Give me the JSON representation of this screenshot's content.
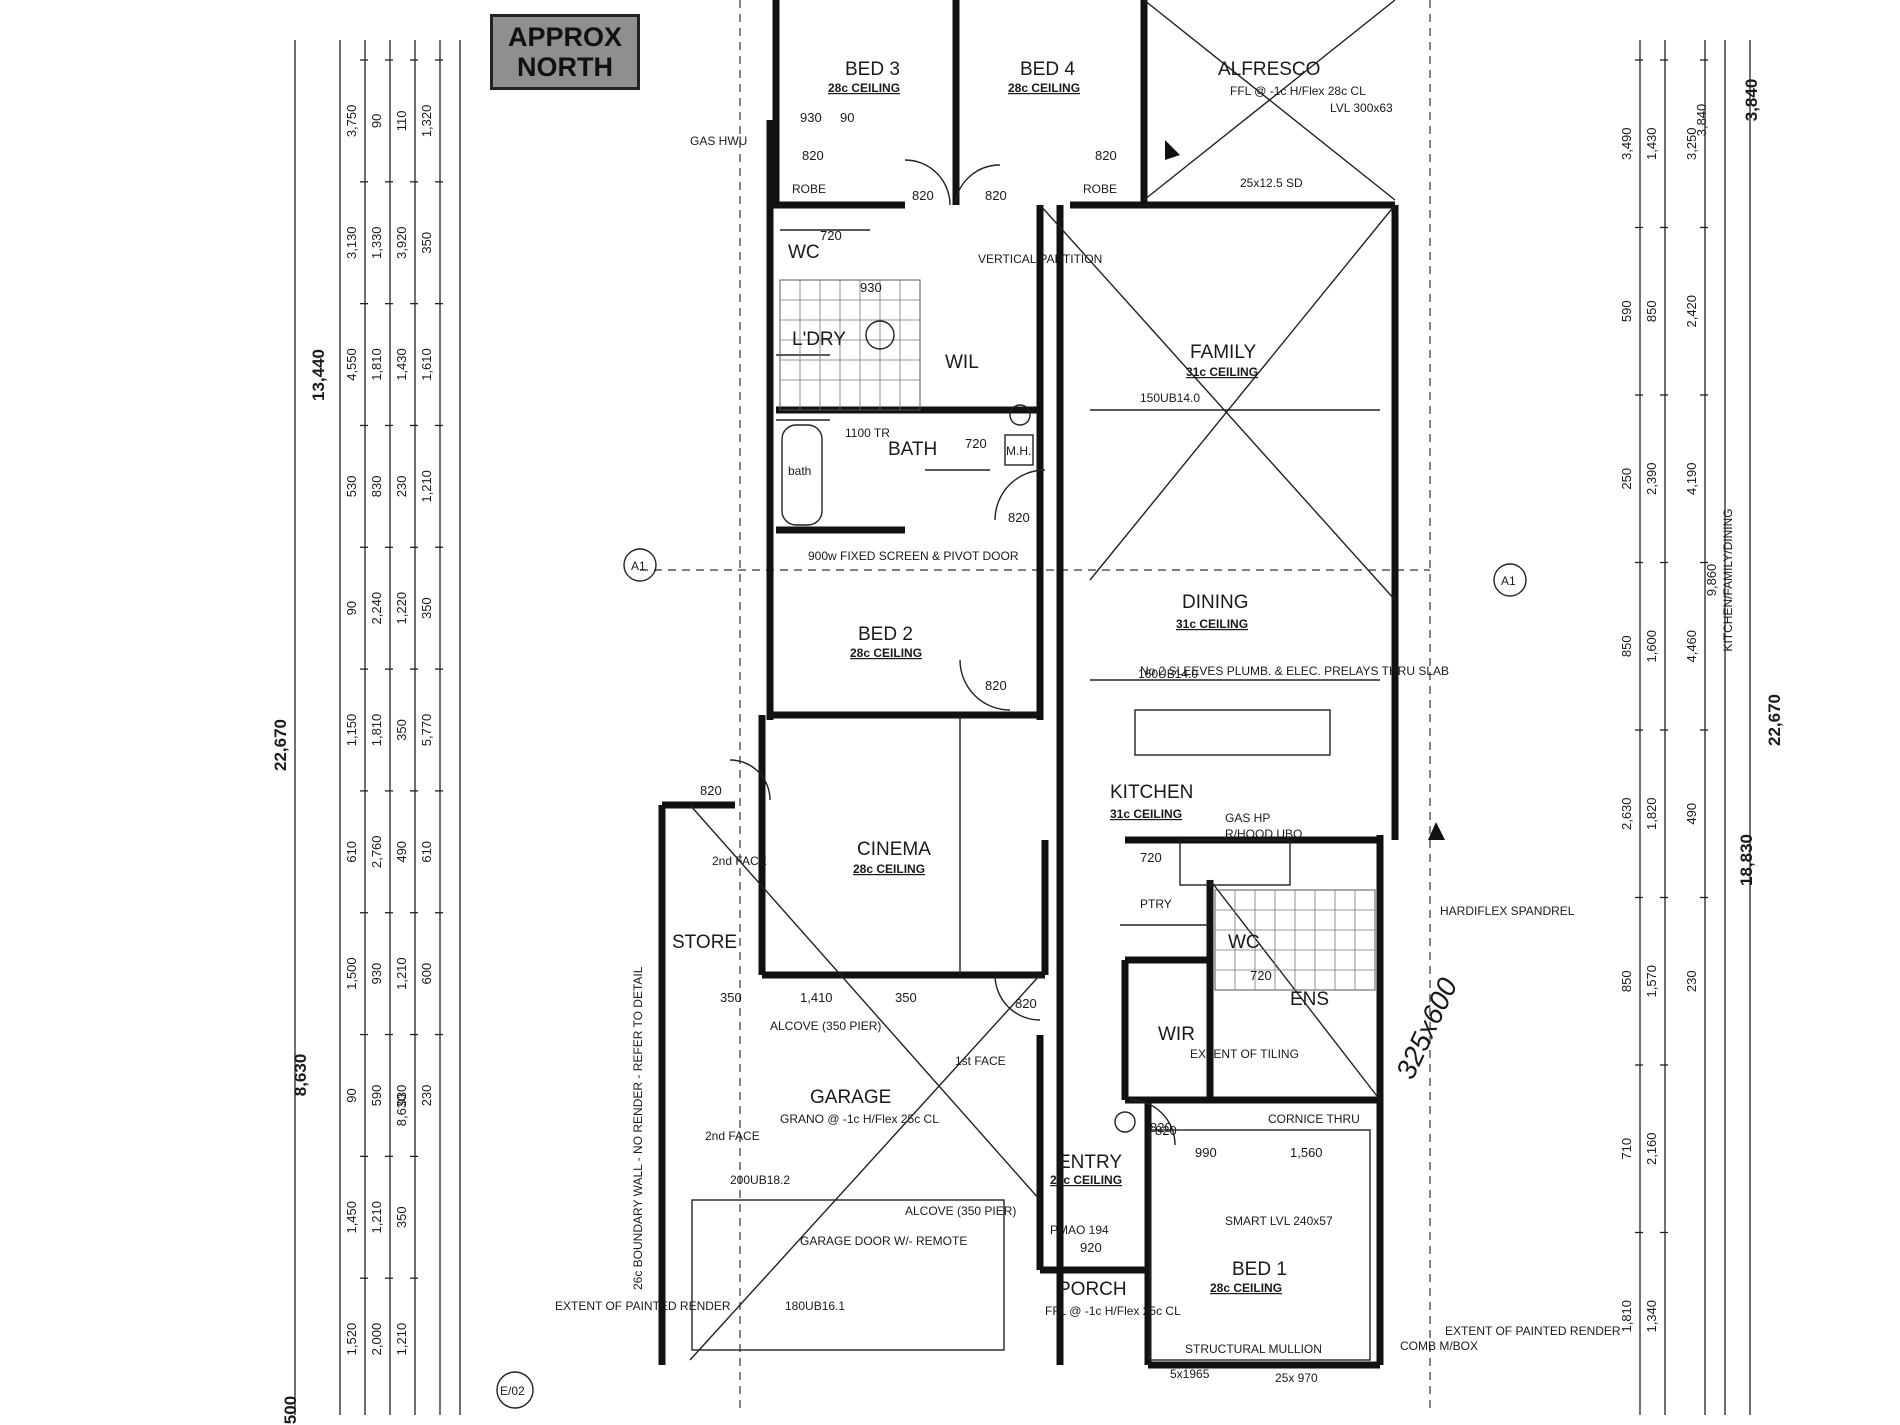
{
  "north_label": [
    "APPROX",
    "NORTH"
  ],
  "rooms": [
    {
      "name": "BED 3",
      "ceiling": "28c CEILING"
    },
    {
      "name": "BED 4",
      "ceiling": "28c CEILING"
    },
    {
      "name": "ALFRESCO",
      "ceiling": "FFL @ -1c H/Flex 28c CL"
    },
    {
      "name": "FAMILY",
      "ceiling": "31c CEILING"
    },
    {
      "name": "DINING",
      "ceiling": "31c CEILING"
    },
    {
      "name": "KITCHEN",
      "ceiling": "31c CEILING"
    },
    {
      "name": "BED 2",
      "ceiling": "28c CEILING"
    },
    {
      "name": "CINEMA",
      "ceiling": "28c CEILING"
    },
    {
      "name": "GARAGE",
      "ceiling": "GRANO @ -1c H/Flex 25c CL"
    },
    {
      "name": "ENTRY",
      "ceiling": "28c CEILING"
    },
    {
      "name": "PORCH",
      "ceiling": "FFL @ -1c H/Flex 25c CL"
    },
    {
      "name": "BED 1",
      "ceiling": "28c CEILING"
    },
    {
      "name": "STORE",
      "ceiling": ""
    },
    {
      "name": "L'DRY",
      "ceiling": ""
    },
    {
      "name": "BATH",
      "ceiling": ""
    },
    {
      "name": "WC",
      "ceiling": ""
    },
    {
      "name": "WIL",
      "ceiling": ""
    },
    {
      "name": "WIR",
      "ceiling": ""
    },
    {
      "name": "ENS",
      "ceiling": ""
    },
    {
      "name": "PTRY",
      "ceiling": ""
    }
  ],
  "notes": {
    "gas_hwu": "GAS HWU",
    "vertical_partition": "VERTICAL PARTITION",
    "fixed_screen": "900w FIXED SCREEN & PIVOT DOOR",
    "sleeves": "No.2 SLEEVES PLUMB. & ELEC. PRELAYS THRU SLAB",
    "gas_hp": "GAS HP",
    "hood": "R/HOOD,UBO",
    "alcove1": "ALCOVE (350 PIER)",
    "alcove2": "ALCOVE (350 PIER)",
    "garage_door": "GARAGE DOOR W/- REMOTE",
    "boundary_wall": "26c BOUNDARY WALL - NO RENDER - REFER TO DETAIL",
    "extent_left": "EXTENT OF PAINTED RENDER",
    "extent_right": "EXTENT OF PAINTED RENDER",
    "comb_box": "COMB M/BOX",
    "structural_mullion": "STRUCTURAL MULLION",
    "hardiflex": "HARDIFLEX SPANDREL",
    "cornice": "CORNICE THRU",
    "smart_lvl": "SMART LVL 240x57",
    "extent_tiling": "EXTENT OF TILING",
    "beam1": "150UB14.0",
    "beam2": "160UB14.0",
    "beam3": "200UB18.2",
    "beam4": "180UB16.1",
    "mh": "M.H.",
    "robe": "ROBE",
    "pmao": "PMAO 194",
    "face2": "2nd FACE",
    "face1": "1st FACE",
    "alfresco_sd": "25x12.5 SD",
    "lvl": "LVL 300x63",
    "handwritten": "325x600"
  },
  "left_dims": {
    "overall": "22,670",
    "upper": "13,440",
    "lower": "8,630",
    "partial": "8,630",
    "bottom": "500"
  },
  "right_dims": {
    "overall": "22,670",
    "upper": "3,840",
    "upper_inner": "3,840",
    "mid": "18,830",
    "kitchen_label": "9,860",
    "kitchen_sub": "KITCHEN/FAMILY/DINING"
  },
  "left_chain_1": [
    "3,750",
    "3,130",
    "4,550",
    "530",
    "90",
    "1,150",
    "610",
    "1,500",
    "90",
    "1,450",
    "1,520",
    "90",
    "1,330",
    "1,810",
    "830",
    "2,240",
    "1,810",
    "2,760",
    "930",
    "590",
    "1,210",
    "2,000",
    "110",
    "3,920",
    "1,430",
    "230",
    "1,220",
    "350",
    "490",
    "1,210",
    "930",
    "350",
    "1,210",
    "1,320",
    "350",
    "1,610",
    "1,210",
    "350",
    "5,770",
    "610",
    "600",
    "230"
  ],
  "right_chain_1": [
    "3,490",
    "590",
    "250",
    "850",
    "2,630",
    "850",
    "710",
    "1,810",
    "1,430",
    "850",
    "2,390",
    "1,600",
    "1,820",
    "1,570",
    "2,160",
    "1,340",
    "3,250",
    "2,420",
    "4,190",
    "4,460",
    "490",
    "230"
  ],
  "plan_dims": [
    "930",
    "90",
    "820",
    "820",
    "820",
    "720",
    "930",
    "1100 TR",
    "720",
    "820",
    "820",
    "820",
    "820",
    "720",
    "720",
    "350",
    "1,410",
    "350",
    "820",
    "820",
    "990",
    "1,560",
    "920",
    "820",
    "5x1965",
    "25x 970"
  ],
  "sections": [
    "A1",
    "A1",
    "E/02"
  ],
  "colors": {
    "ink": "#1a1a1a",
    "badge": "#8f8f8f"
  }
}
